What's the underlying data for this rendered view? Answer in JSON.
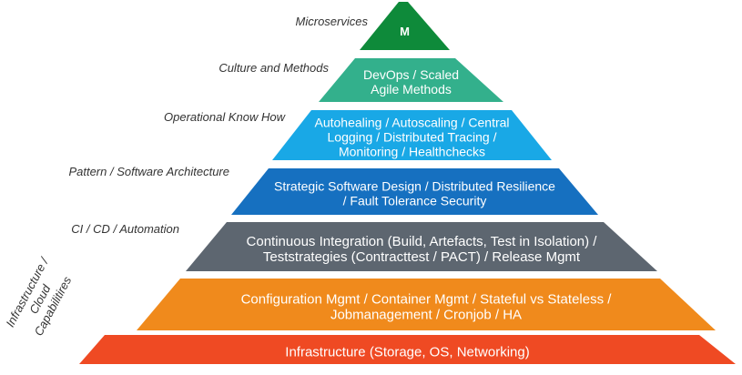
{
  "diagram": {
    "tiers": [
      {
        "id": "microservices",
        "label": "Microservices",
        "lines": [
          "M"
        ],
        "color": "#0e8a3a"
      },
      {
        "id": "culture",
        "label": "Culture and Methods",
        "lines": [
          "DevOps / Scaled",
          "Agile Methods"
        ],
        "color": "#33b08c"
      },
      {
        "id": "operational",
        "label": "Operational Know How",
        "lines": [
          "Autohealing / Autoscaling / Central",
          "Logging / Distributed Tracing /",
          "Monitoring / Healthchecks"
        ],
        "color": "#19a8e6"
      },
      {
        "id": "pattern",
        "label": "Pattern / Software Architecture",
        "lines": [
          "Strategic Software Design / Distributed Resilience",
          "/ Fault Tolerance Security"
        ],
        "color": "#1670c0"
      },
      {
        "id": "cicd",
        "label": "CI / CD / Automation",
        "lines": [
          "Continuous Integration (Build, Artefacts, Test in Isolation) /",
          "Teststrategies (Contracttest / PACT) /  Release Mgmt"
        ],
        "color": "#5d6670"
      },
      {
        "id": "config",
        "label": "",
        "lines": [
          "Configuration Mgmt / Container Mgmt / Stateful vs Stateless /",
          "Jobmanagement / Cronjob  / HA"
        ],
        "color": "#f08a1c"
      },
      {
        "id": "infrastructure",
        "label": "",
        "lines": [
          "Infrastructure (Storage, OS, Networking)"
        ],
        "color": "#ef4a23"
      }
    ],
    "rotated_label_lines": [
      "Infrastructure /",
      "Cloud",
      "Capabilitires"
    ]
  }
}
